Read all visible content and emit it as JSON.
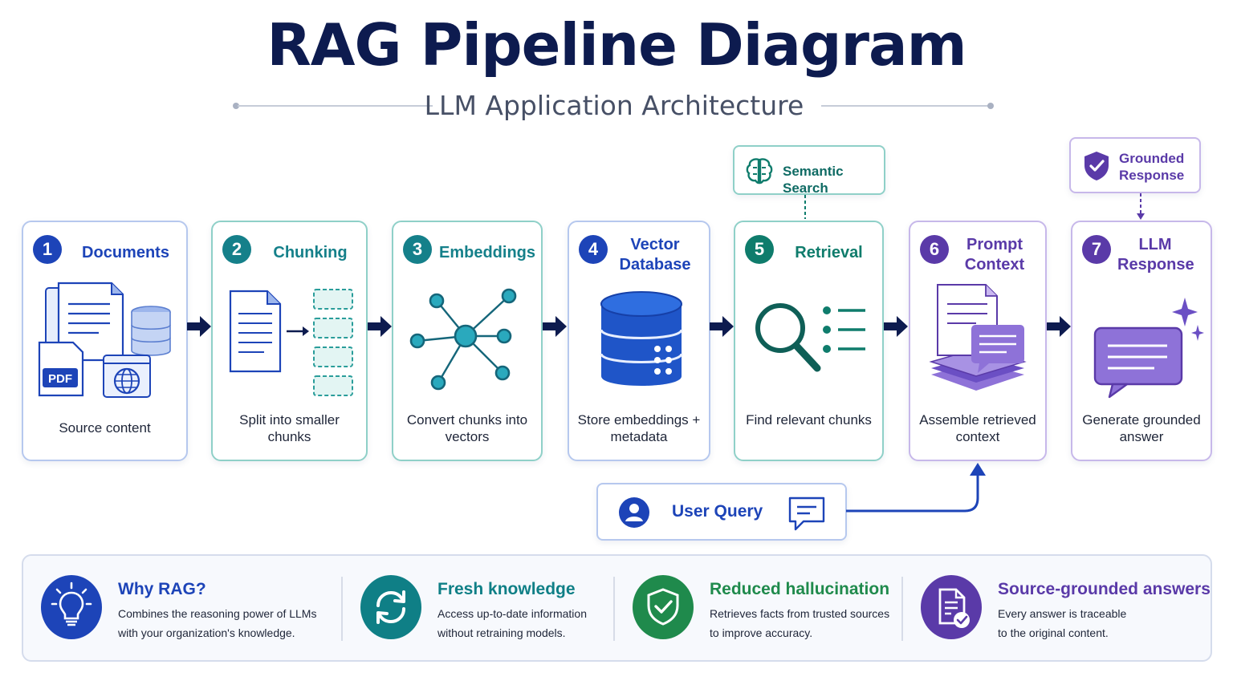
{
  "header": {
    "title": "RAG Pipeline Diagram",
    "subtitle": "LLM Application Architecture"
  },
  "steps": [
    {
      "num": "1",
      "title": "Documents",
      "desc": "Source content",
      "icon_label": "PDF",
      "icon": "documents-database-web-icon",
      "color": "#1d44b8"
    },
    {
      "num": "2",
      "title": "Chunking",
      "desc": "Split into smaller chunks",
      "icon": "document-to-chunks-icon",
      "color": "#15808a"
    },
    {
      "num": "3",
      "title": "Embeddings",
      "desc": "Convert chunks into vectors",
      "icon": "vector-network-icon",
      "color": "#15808a"
    },
    {
      "num": "4",
      "title": "Vector Database",
      "desc": "Store embeddings + metadata",
      "icon": "database-icon",
      "color": "#1d44b8"
    },
    {
      "num": "5",
      "title": "Retrieval",
      "desc": "Find relevant chunks",
      "icon": "magnifier-list-icon",
      "color": "#0f7c6c"
    },
    {
      "num": "6",
      "title": "Prompt Context",
      "desc": "Assemble retrieved context",
      "icon": "stacked-context-icon",
      "color": "#5a3aa8"
    },
    {
      "num": "7",
      "title": "LLM Response",
      "desc": "Generate grounded answer",
      "icon": "chat-sparkle-icon",
      "color": "#5a3aa8"
    }
  ],
  "tags": {
    "semantic_search": "Semantic Search",
    "grounded_response": "Grounded Response"
  },
  "user_query": {
    "label": "User Query"
  },
  "benefits": [
    {
      "title": "Why RAG?",
      "line1": "Combines the reasoning power of LLMs",
      "line2": "with your organization's knowledge.",
      "color": "#1d44b8",
      "icon": "lightbulb-icon"
    },
    {
      "title": "Fresh knowledge",
      "line1": "Access up-to-date information",
      "line2": "without retraining models.",
      "color": "#0f7f86",
      "icon": "refresh-icon"
    },
    {
      "title": "Reduced hallucination",
      "line1": "Retrieves facts from trusted sources",
      "line2": "to improve accuracy.",
      "color": "#1f8a4c",
      "icon": "shield-check-icon"
    },
    {
      "title": "Source-grounded answers",
      "line1": "Every answer is traceable",
      "line2": "to the original content.",
      "color": "#5a3aa8",
      "icon": "document-check-icon"
    }
  ],
  "colors": {
    "navy": "#0d1b4f",
    "blue": "#1d44b8",
    "teal": "#15808a",
    "green": "#1f8a4c",
    "purple": "#5a3aa8"
  }
}
